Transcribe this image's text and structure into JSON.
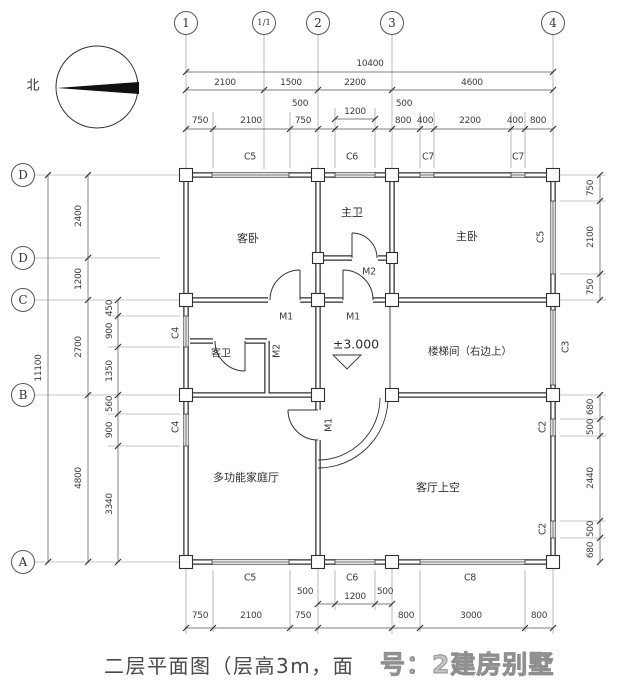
{
  "compass": {
    "north_label": "北"
  },
  "grid_bubbles": {
    "top": [
      "1",
      "1/1",
      "2",
      "3",
      "4"
    ],
    "left": [
      "D",
      "D",
      "C",
      "B",
      "A"
    ]
  },
  "rooms": {
    "guest_bedroom": "客卧",
    "master_bath": "主卫",
    "master_bedroom": "主卧",
    "guest_bath": "客卫",
    "stair_hall": "楼梯间（右边上）",
    "family_hall": "多功能家庭厅",
    "living_void": "客厅上空"
  },
  "level_marker": "±3.000",
  "door_labels": {
    "m1": "M1",
    "m2": "M2"
  },
  "window_labels": {
    "c2": "C2",
    "c3": "C3",
    "c4": "C4",
    "c5": "C5",
    "c6": "C6",
    "c7": "C7",
    "c8": "C8"
  },
  "dims": {
    "top_overall": "10400",
    "top_spans": [
      "2100",
      "1500",
      "2200",
      "4600"
    ],
    "top_500_left": "500",
    "top_500_right": "500",
    "top_c6_width": "1200",
    "top_detail_left": [
      "750",
      "2100",
      "750"
    ],
    "top_detail_right": [
      "800",
      "400",
      "2200",
      "400",
      "800"
    ],
    "bottom_c6": [
      "500",
      "1200",
      "500"
    ],
    "bottom_detail": [
      "750",
      "2100",
      "750",
      "800",
      "3000",
      "800"
    ],
    "left_overall": "11100",
    "left_spans": [
      "2400",
      "1200",
      "2700",
      "4800"
    ],
    "left_detail_cb": [
      "450",
      "900",
      "1350"
    ],
    "left_detail_ba": [
      "560",
      "900",
      "3340"
    ],
    "right_dc": [
      "750",
      "2100",
      "750"
    ],
    "right_ba": [
      "680",
      "500",
      "2440",
      "500",
      "680"
    ]
  },
  "title": "二层平面图（层高3m，面",
  "watermark": "号：2建房别墅",
  "colors": {
    "line": "#3a3a3a",
    "watermark_gray": "#9a9a9a"
  }
}
